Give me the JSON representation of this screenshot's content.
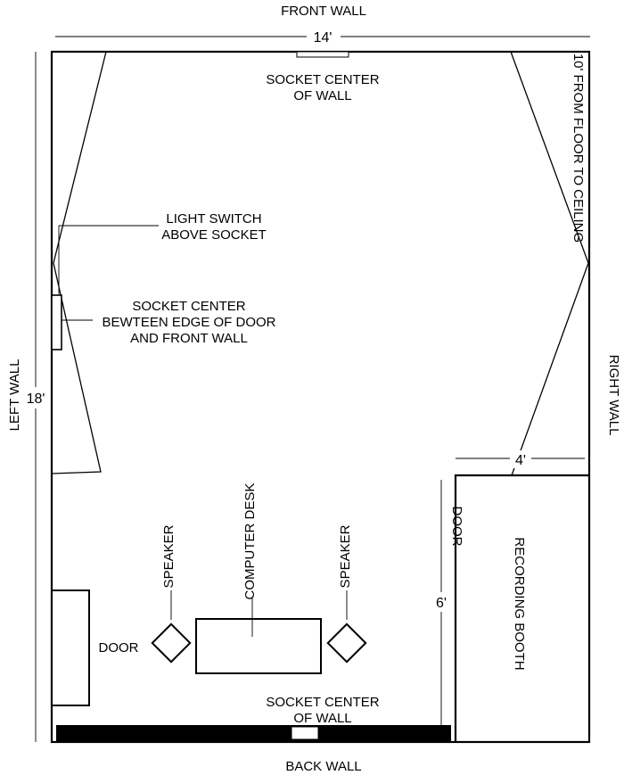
{
  "walls": {
    "front": "FRONT WALL",
    "back": "BACK WALL",
    "left": "LEFT WALL",
    "right": "RIGHT WALL"
  },
  "dimensions": {
    "width": "14'",
    "length": "18'",
    "booth_width": "4'",
    "booth_length": "6'",
    "ceiling_height": "10' FROM FLOOR TO CEILING"
  },
  "labels": {
    "socket_front": [
      "SOCKET CENTER",
      "OF WALL"
    ],
    "light_switch": [
      "LIGHT SWITCH",
      "ABOVE SOCKET"
    ],
    "socket_left": [
      "SOCKET CENTER",
      "BEWTEEN EDGE OF DOOR",
      "AND FRONT WALL"
    ],
    "computer_desk": "COMPUTER DESK",
    "speaker_left": "SPEAKER",
    "speaker_right": "SPEAKER",
    "door_left": "DOOR",
    "door_booth": "DOOR",
    "recording_booth": "RECORDING BOOTH",
    "socket_back": [
      "SOCKET CENTER",
      "OF WALL"
    ]
  }
}
